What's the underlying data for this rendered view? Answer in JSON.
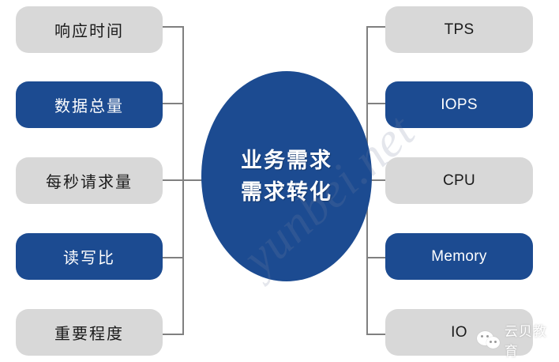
{
  "center": {
    "lines": [
      "业务需求",
      "需求转化"
    ],
    "color": "#1c4b91"
  },
  "colors": {
    "blue": "#1c4b91",
    "grey": "#d8d8d8",
    "line": "#808080",
    "blue_text": "#ffffff",
    "grey_text": "#1a1a1a"
  },
  "left_branch": {
    "items": [
      {
        "label": "响应时间",
        "style": "grey",
        "script": "cjk"
      },
      {
        "label": "数据总量",
        "style": "blue",
        "script": "cjk"
      },
      {
        "label": "每秒请求量",
        "style": "grey",
        "script": "cjk"
      },
      {
        "label": "读写比",
        "style": "blue",
        "script": "cjk"
      },
      {
        "label": "重要程度",
        "style": "grey",
        "script": "cjk"
      }
    ]
  },
  "right_branch": {
    "items": [
      {
        "label": "TPS",
        "style": "grey",
        "script": "latin"
      },
      {
        "label": "IOPS",
        "style": "blue",
        "script": "latin"
      },
      {
        "label": "CPU",
        "style": "grey",
        "script": "latin"
      },
      {
        "label": "Memory",
        "style": "blue",
        "script": "latin"
      },
      {
        "label": "IO",
        "style": "grey",
        "script": "latin"
      }
    ]
  },
  "watermarks": {
    "diagonal_text": "yunbei.net",
    "brand_text": "云贝教育",
    "brand_icon": "wechat-icon"
  }
}
